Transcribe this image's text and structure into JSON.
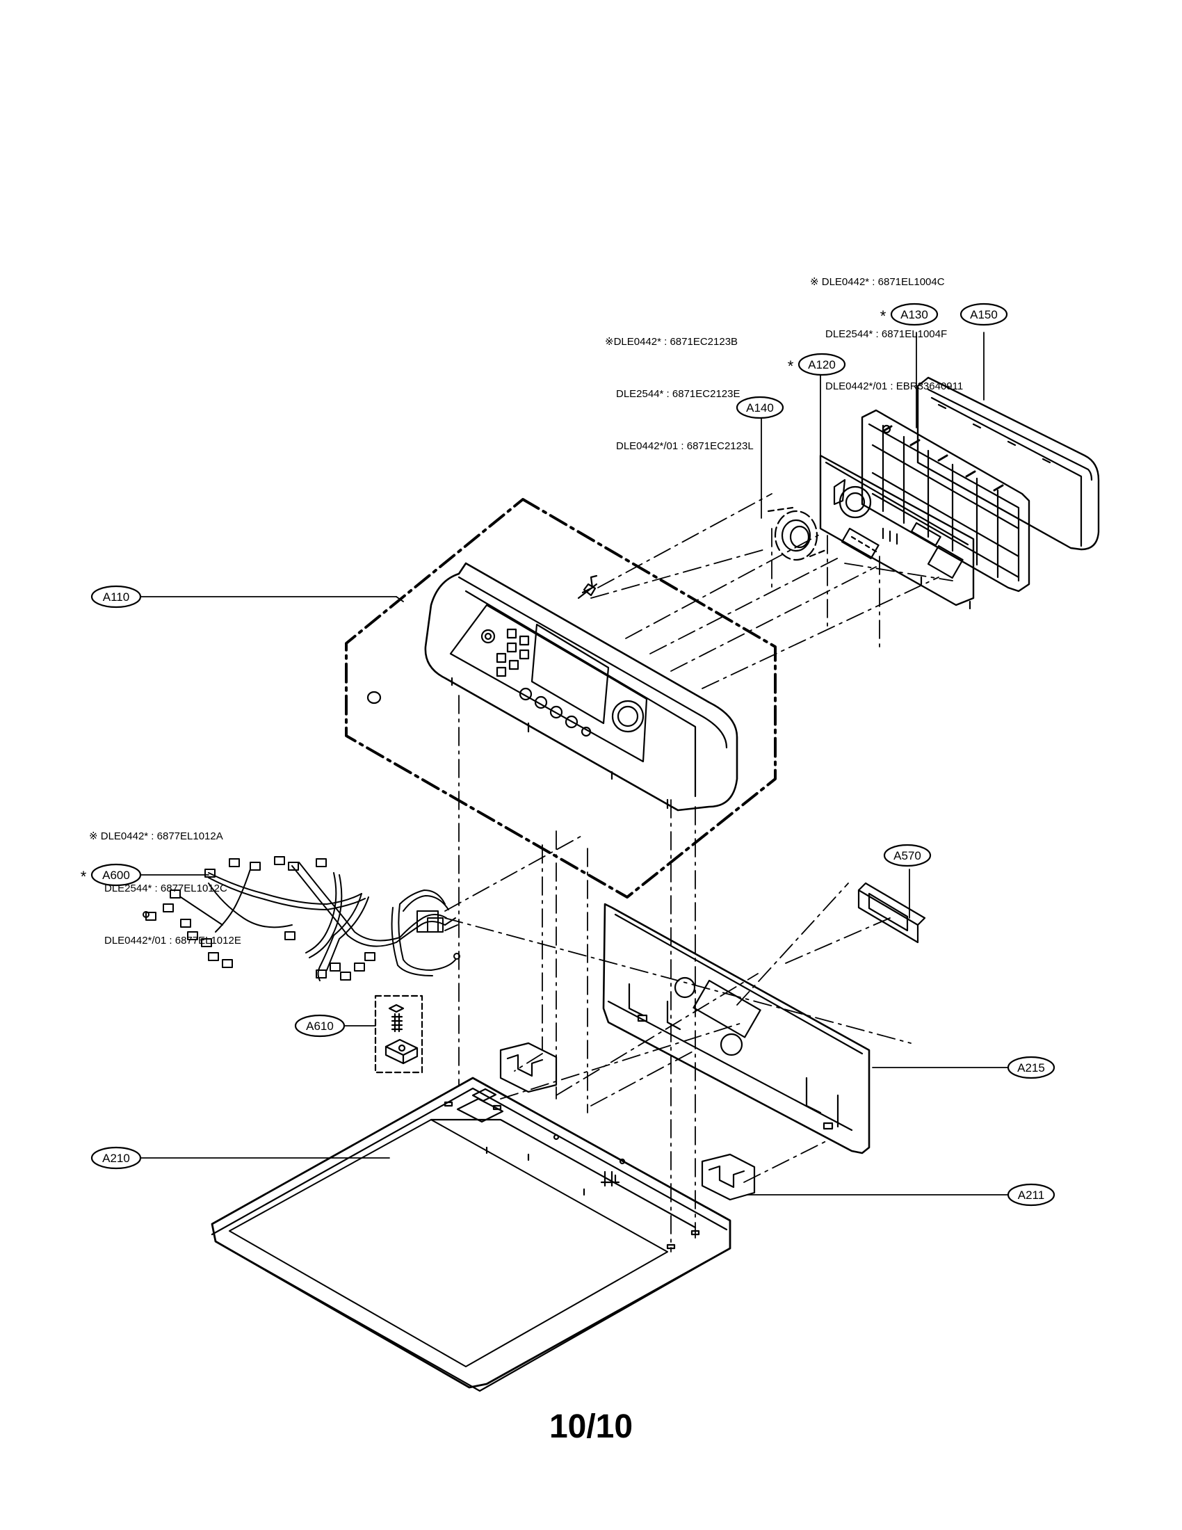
{
  "notes": {
    "a130": {
      "symbol": "※",
      "lines": [
        "DLE0442* : 6871EL1004C",
        "DLE2544* : 6871EL1004F",
        "DLE0442*/01 : EBR33640911"
      ]
    },
    "a120": {
      "symbol": "※",
      "lines": [
        "DLE0442* : 6871EC2123B",
        "DLE2544* : 6871EC2123E",
        "DLE0442*/01 : 6871EC2123L"
      ]
    },
    "a600": {
      "symbol": "※",
      "lines": [
        "DLE0442* : 6877EL1012A",
        "DLE2544* : 6877EL1012C",
        "DLE0442*/01 : 6877EL1012E"
      ]
    }
  },
  "callouts": {
    "a130": "A130",
    "a150": "A150",
    "a120": "A120",
    "a140": "A140",
    "a110": "A110",
    "a600": "A600",
    "a570": "A570",
    "a610": "A610",
    "a215": "A215",
    "a210": "A210",
    "a211": "A211"
  },
  "asterisk": "*",
  "page_number": "10/10"
}
